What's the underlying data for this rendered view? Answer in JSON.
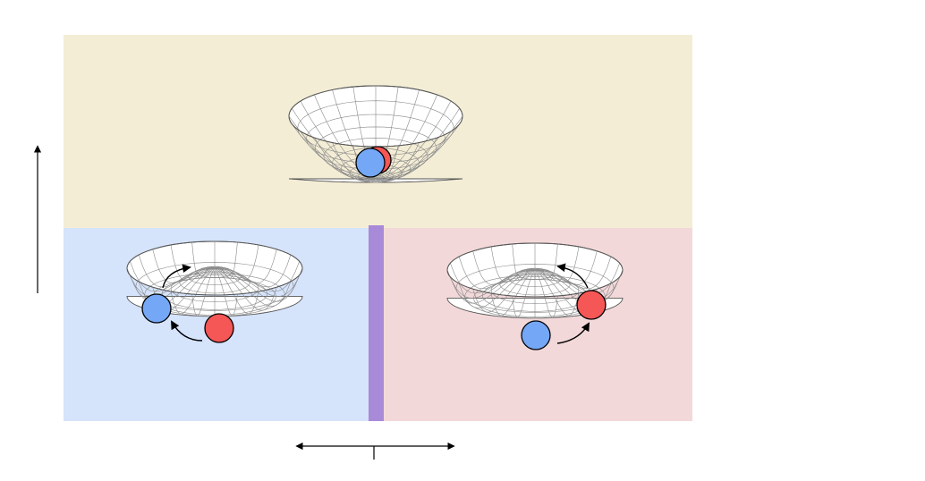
{
  "colors": {
    "top_panel": "#f4edd5",
    "left_panel": "#d5e3fb",
    "right_panel": "#f3d8d9",
    "divider": "#a88ad8",
    "blue_ball": "#74a7f5",
    "red_ball": "#f55656"
  },
  "panels": [
    {
      "name": "top-panel",
      "potential": "single-well",
      "balls": [
        "blue",
        "red"
      ],
      "overlap": true
    },
    {
      "name": "left-panel",
      "potential": "mexican-hat",
      "balls": [
        "blue",
        "red"
      ],
      "rotation": "clockwise-arrows"
    },
    {
      "name": "right-panel",
      "potential": "mexican-hat",
      "balls": [
        "blue",
        "red"
      ],
      "rotation": "counterclockwise-arrows"
    }
  ],
  "axes": {
    "vertical": "up-arrow",
    "horizontal": "double-arrow-with-tick"
  }
}
